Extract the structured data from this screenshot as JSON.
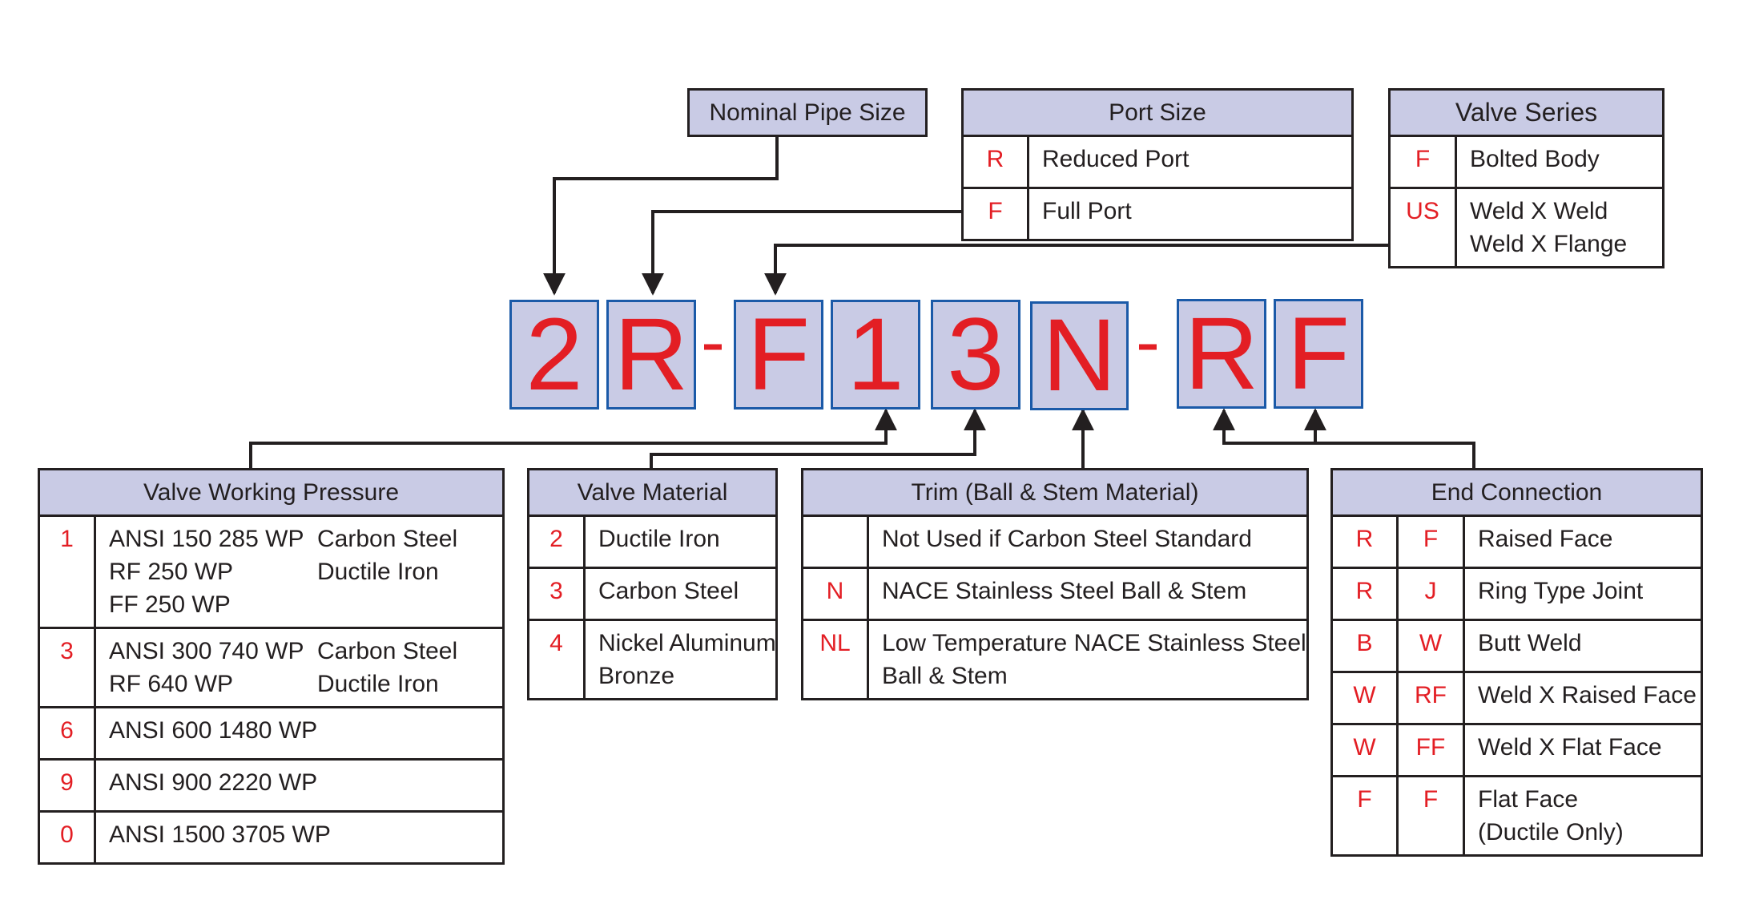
{
  "code_chars": [
    "2",
    "R",
    "F",
    "1",
    "3",
    "N",
    "R",
    "F"
  ],
  "dash": "-",
  "nominal_pipe_size": {
    "title": "Nominal Pipe Size"
  },
  "port_size": {
    "title": "Port Size",
    "rows": [
      {
        "code": "R",
        "desc": "Reduced Port"
      },
      {
        "code": "F",
        "desc": "Full Port"
      }
    ]
  },
  "valve_series": {
    "title": "Valve Series",
    "rows": [
      {
        "code": "F",
        "lines": [
          "Bolted Body"
        ]
      },
      {
        "code": "US",
        "lines": [
          "Weld X Weld",
          "Weld X Flange"
        ]
      }
    ]
  },
  "valve_working_pressure": {
    "title": "Valve Working Pressure",
    "rows": [
      {
        "code": "1",
        "lines": [
          [
            "ANSI 150 285 WP",
            "Carbon Steel"
          ],
          [
            "RF 250 WP",
            "Ductile Iron"
          ],
          [
            "FF 250 WP",
            ""
          ]
        ]
      },
      {
        "code": "3",
        "lines": [
          [
            "ANSI 300 740 WP",
            "Carbon Steel"
          ],
          [
            "RF 640 WP",
            "Ductile Iron"
          ]
        ]
      },
      {
        "code": "6",
        "lines": [
          [
            "ANSI 600 1480 WP",
            ""
          ]
        ]
      },
      {
        "code": "9",
        "lines": [
          [
            "ANSI 900 2220 WP",
            ""
          ]
        ]
      },
      {
        "code": "0",
        "lines": [
          [
            "ANSI 1500 3705 WP",
            ""
          ]
        ]
      }
    ]
  },
  "valve_material": {
    "title": "Valve Material",
    "rows": [
      {
        "code": "2",
        "lines": [
          "Ductile Iron"
        ]
      },
      {
        "code": "3",
        "lines": [
          "Carbon Steel"
        ]
      },
      {
        "code": "4",
        "lines": [
          "Nickel Aluminum",
          "Bronze"
        ]
      }
    ]
  },
  "trim": {
    "title": "Trim (Ball & Stem Material)",
    "rows": [
      {
        "code": "",
        "lines": [
          "Not Used if Carbon Steel Standard"
        ]
      },
      {
        "code": "N",
        "lines": [
          "NACE Stainless Steel Ball & Stem"
        ]
      },
      {
        "code": "NL",
        "lines": [
          "Low Temperature NACE Stainless Steel",
          "Ball & Stem"
        ]
      }
    ]
  },
  "end_connection": {
    "title": "End Connection",
    "rows": [
      {
        "c1": "R",
        "c2": "F",
        "lines": [
          "Raised Face"
        ]
      },
      {
        "c1": "R",
        "c2": "J",
        "lines": [
          "Ring Type Joint"
        ]
      },
      {
        "c1": "B",
        "c2": "W",
        "lines": [
          "Butt Weld"
        ]
      },
      {
        "c1": "W",
        "c2": "RF",
        "lines": [
          "Weld X Raised Face"
        ]
      },
      {
        "c1": "W",
        "c2": "FF",
        "lines": [
          "Weld X Flat Face"
        ]
      },
      {
        "c1": "F",
        "c2": "F",
        "lines": [
          "Flat Face",
          "(Ductile Only)"
        ]
      }
    ]
  },
  "colors": {
    "code_red": "#e31e24",
    "header_fill": "#c9cbe5",
    "box_border": "#1b5aa8",
    "line": "#231f20"
  }
}
